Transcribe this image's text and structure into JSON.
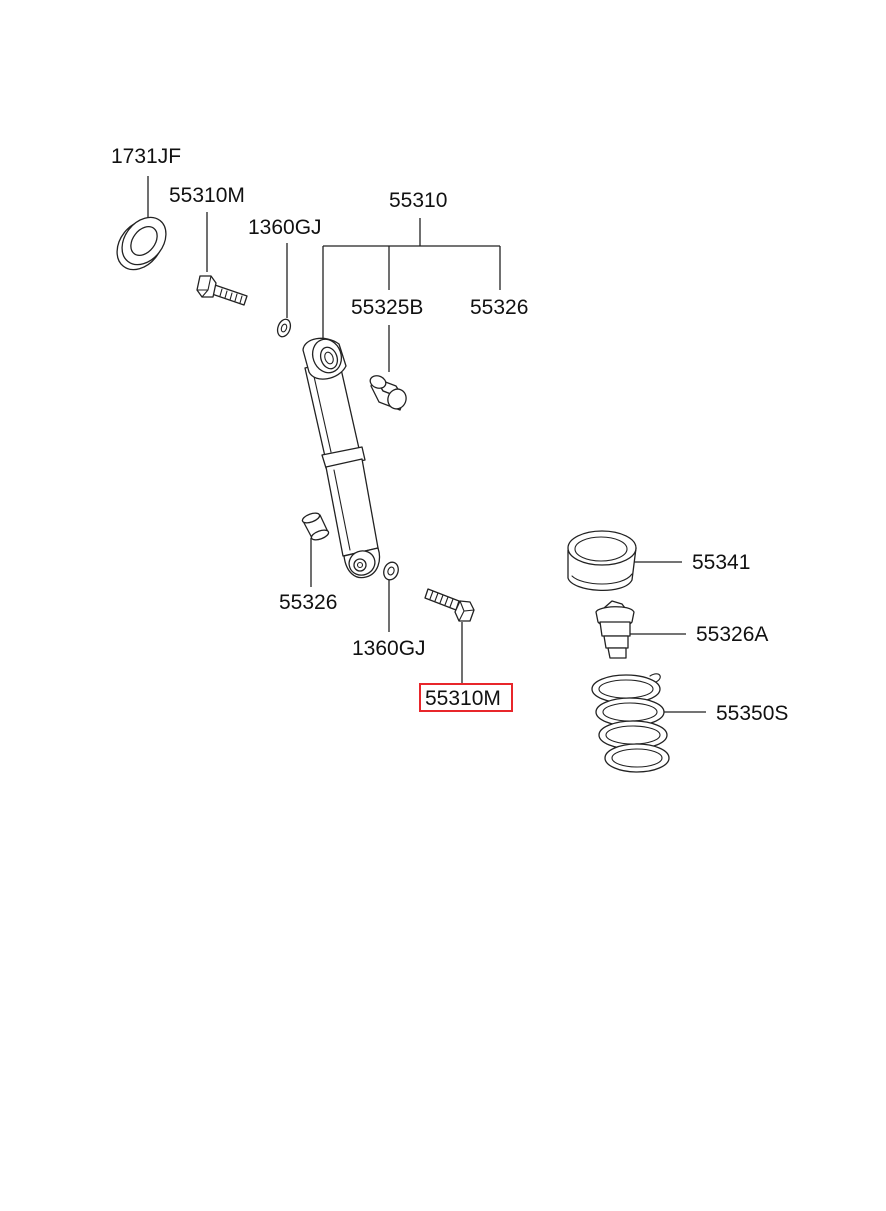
{
  "labels": {
    "ring_top": "1731JF",
    "bolt_top": "55310M",
    "washer_top": "1360GJ",
    "shock_assy": "55310",
    "bushing_b": "55325B",
    "bushing_right": "55326",
    "bushing_left": "55326",
    "washer_bottom": "1360GJ",
    "bolt_bottom": "55310M",
    "spring_seat": "55341",
    "bump_stopper": "55326A",
    "coil_spring": "55350S"
  },
  "highlight": {
    "label_key": "bolt_bottom",
    "color": "#e8262b"
  }
}
